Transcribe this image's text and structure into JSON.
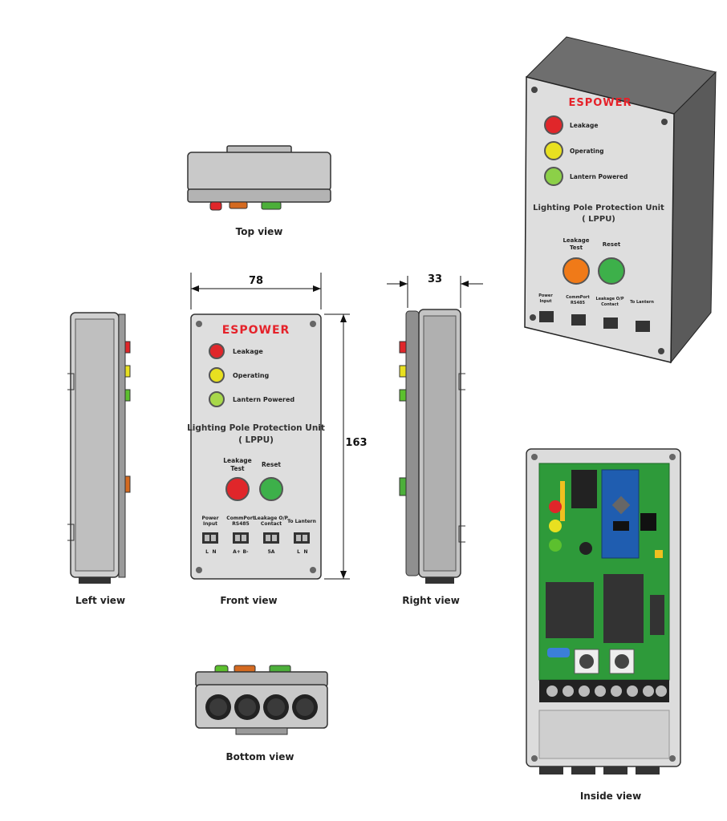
{
  "views": {
    "top": "Top view",
    "left": "Left view",
    "front": "Front view",
    "right": "Right view",
    "bottom": "Bottom view",
    "inside": "Inside view"
  },
  "dimensions": {
    "width": "78",
    "depth": "33",
    "height": "163"
  },
  "panel": {
    "brand": "ESPOWER",
    "indicators": [
      "Leakage",
      "Operating",
      "Lantern Powered"
    ],
    "title": "Lighting Pole Protection Unit",
    "subtitle": "( LPPU)",
    "button_test_line1": "Leakage",
    "button_test_line2": "Test",
    "button_reset": "Reset",
    "terminals": [
      {
        "line1": "Power",
        "line2": "Input"
      },
      {
        "line1": "CommPort",
        "line2": "RS485"
      },
      {
        "line1": "Leakage O/P",
        "line2": "Contact"
      },
      {
        "line1": "To Lantern",
        "line2": ""
      }
    ],
    "terminal_pins": [
      {
        "a": "L",
        "b": "N"
      },
      {
        "a": "A+",
        "b": "B-"
      },
      {
        "a": "",
        "b": "5A"
      },
      {
        "a": "L",
        "b": "N"
      }
    ]
  },
  "colors": {
    "red": "#e0262a",
    "yellow": "#e8e020",
    "green": "#5cc02e",
    "orange": "#f07a18",
    "pcb": "#2e9a3a",
    "casing": "#d9d9d9"
  }
}
